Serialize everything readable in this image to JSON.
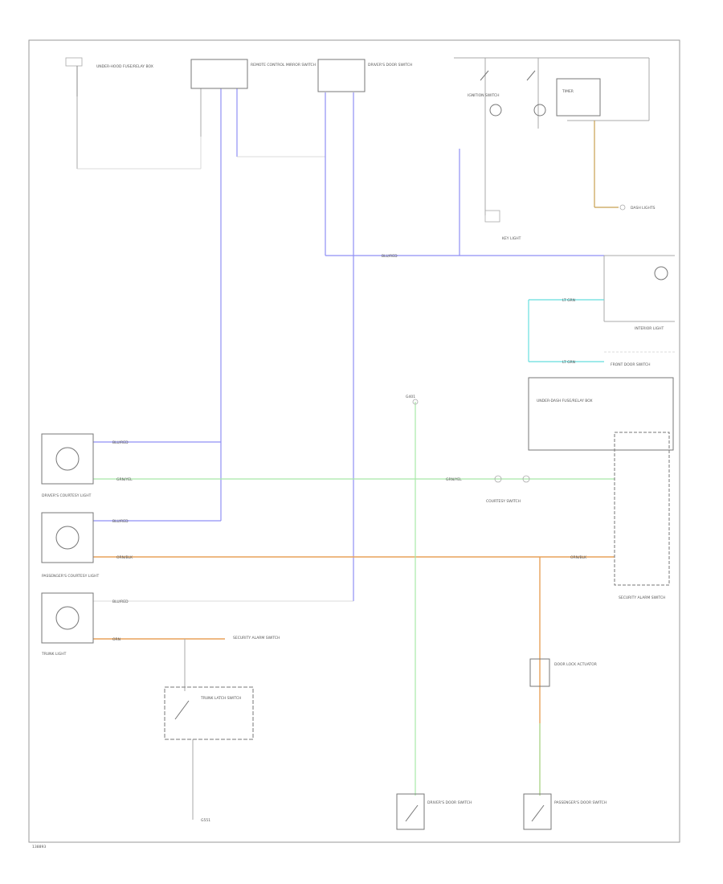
{
  "colors": {
    "frame": "#999999",
    "component": "#777777",
    "black_wire": "#a9a9a9",
    "blue_wire": "#8f8ff5",
    "green_wire": "#a8e8a8",
    "orange_wire": "#e8a25a",
    "cyan_wire": "#66dede",
    "brown_wire": "#c8a050"
  },
  "components": {
    "fuse_box": {
      "label": "UNDER-HOOD FUSE/RELAY BOX"
    },
    "mirror_switch": {
      "label": "REMOTE CONTROL MIRROR SWITCH"
    },
    "door_switch": {
      "label": "DRIVER'S DOOR SWITCH"
    },
    "ignition_switch": {
      "label": "IGNITION SWITCH"
    },
    "timer": {
      "label": "TIMER"
    },
    "dash_lights": {
      "label": "DASH LIGHTS"
    },
    "junction_box": {
      "label": "UNDER-DASH FUSE/RELAY BOX"
    },
    "interior_light": {
      "label": "INTERIOR LIGHT"
    },
    "front_door_switch": {
      "label": "FRONT DOOR SWITCH"
    },
    "ground_g": {
      "label": "G401"
    },
    "key_light": {
      "label": "KEY LIGHT"
    },
    "courtesy_driver": {
      "label": "DRIVER'S COURTESY LIGHT"
    },
    "courtesy_passenger": {
      "label": "PASSENGER'S COURTESY LIGHT"
    },
    "trunk_light": {
      "label": "TRUNK LIGHT"
    },
    "courtesy_switch": {
      "label": "COURTESY SWITCH"
    },
    "security_switch": {
      "label": "SECURITY ALARM SWITCH"
    },
    "trunk_switch": {
      "label": "TRUNK LATCH SWITCH"
    },
    "ground_trunk": {
      "label": "G551"
    },
    "door_lock": {
      "label": "DOOR LOCK ACTUATOR"
    },
    "driver_door_sw": {
      "label": "DRIVER'S DOOR SWITCH"
    },
    "passenger_door_sw": {
      "label": "PASSENGER'S DOOR SWITCH"
    }
  },
  "wires": {
    "blue_1": {
      "code": "BLU/RED"
    },
    "green_1": {
      "code": "GRN/YEL"
    },
    "orange_1": {
      "code": "ORN/BLK"
    },
    "orange_2": {
      "code": "ORN"
    },
    "cyan_1": {
      "code": "LT GRN"
    }
  },
  "footer": {
    "code": "138893"
  }
}
